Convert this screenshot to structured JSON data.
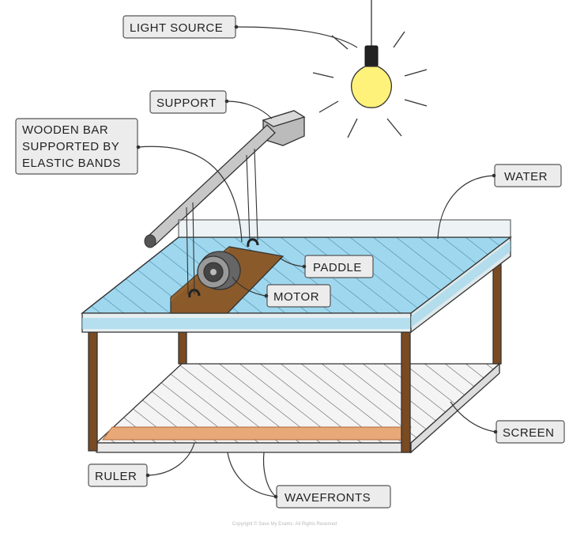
{
  "labels": {
    "light_source": "LIGHT SOURCE",
    "support": "SUPPORT",
    "wooden_bar_line1": "WOODEN BAR",
    "wooden_bar_line2": "SUPPORTED BY",
    "wooden_bar_line3": "ELASTIC BANDS",
    "water": "WATER",
    "paddle": "PADDLE",
    "motor": "MOTOR",
    "screen": "SCREEN",
    "ruler": "RULER",
    "wavefronts": "WAVEFRONTS"
  },
  "copyright": "Copyright © Save My Exams. All Rights Reserved",
  "colors": {
    "water": "#9fd8ee",
    "water_stripe": "#4a88a8",
    "wood": "#8a5a2b",
    "table_leg": "#7a4a22",
    "ruler": "#e8a878",
    "bulb": "#fff27a",
    "glass": "#e6eef0"
  }
}
